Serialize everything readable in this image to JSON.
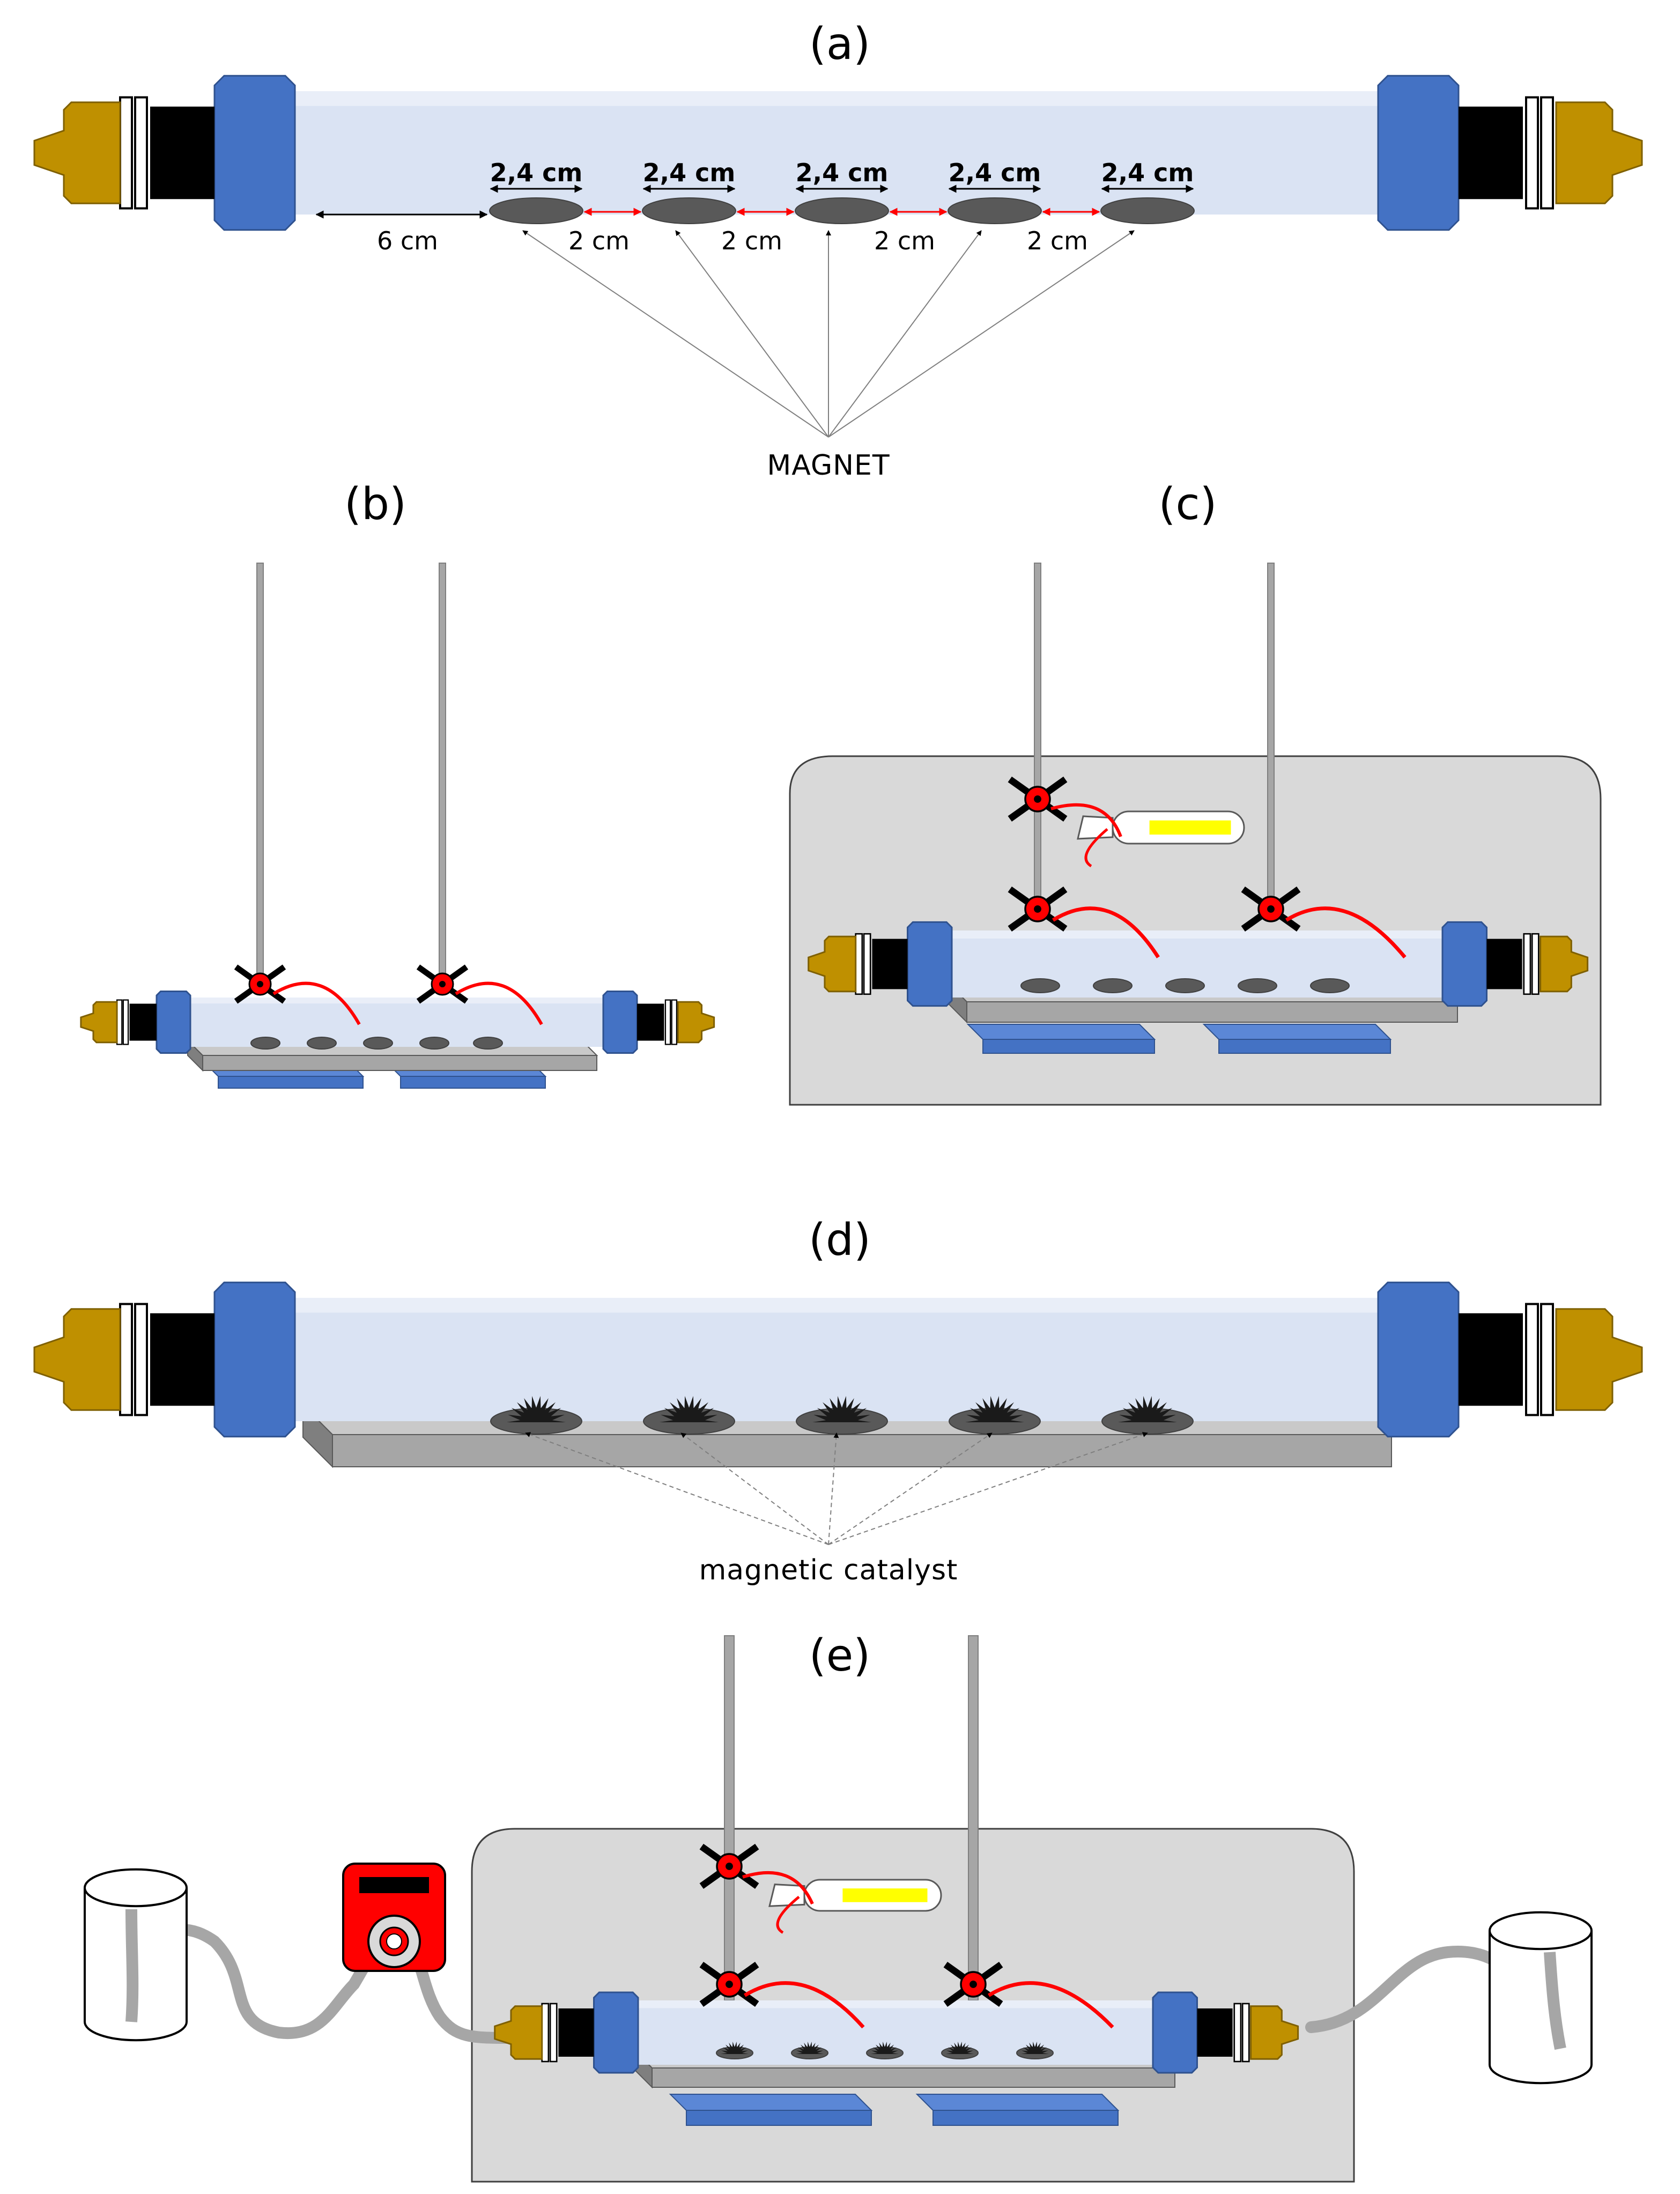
{
  "panels": {
    "a": "(a)",
    "b": "(b)",
    "c": "(c)",
    "d": "(d)",
    "e": "(e)"
  },
  "panel_a": {
    "magnet_width_labels": [
      "2,4 cm",
      "2,4 cm",
      "2,4 cm",
      "2,4 cm",
      "2,4 cm"
    ],
    "end_gap_label": "6 cm",
    "gap_labels": [
      "2 cm",
      "2 cm",
      "2 cm",
      "2 cm"
    ],
    "callout": "MAGNET"
  },
  "panel_d": {
    "callout": "magnetic catalyst"
  },
  "colors": {
    "tube": "#dae3f3",
    "end_cap": "#4472c4",
    "connector": "#000000",
    "fitting": "#bf9000",
    "tray": "#a6a6a6",
    "support": "#4472c4",
    "magnet": "#595959",
    "clamp": "#ff0000",
    "lamp": "#ffff00",
    "box": "#d9d9d9",
    "tubing": "#a6a6a6",
    "dimension_line": "#ff0000"
  },
  "icons": {
    "pump": "peristaltic-pump-icon",
    "reservoir": "beaker-icon",
    "lamp": "led-lamp-icon",
    "clamp": "clamp-icon"
  }
}
